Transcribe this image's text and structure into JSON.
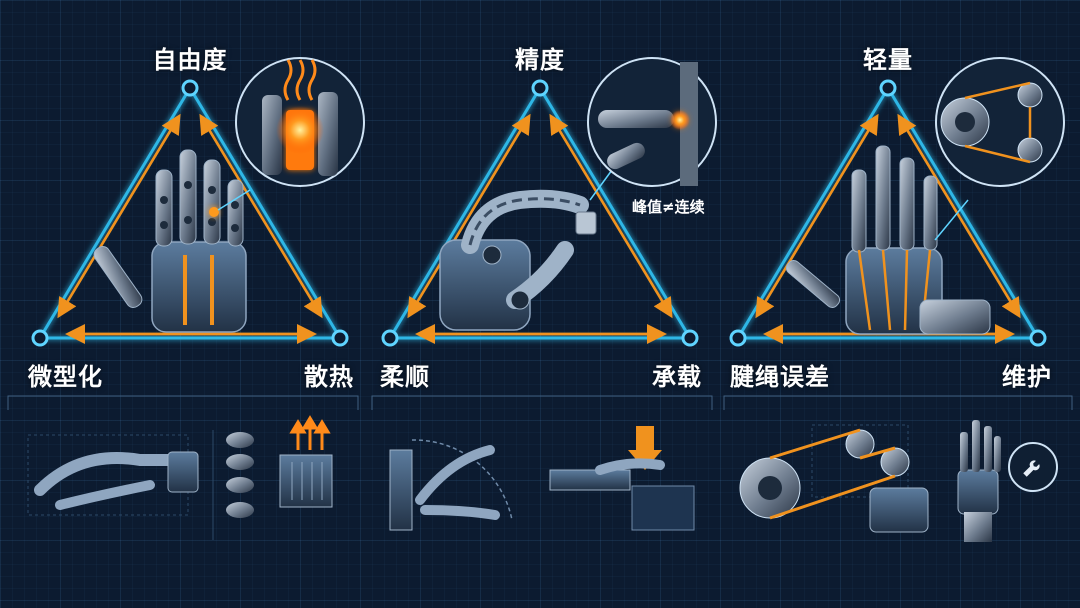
{
  "panels": [
    {
      "top": "自由度",
      "left": "微型化",
      "right": "散热"
    },
    {
      "top": "精度",
      "left": "柔顺",
      "right": "承载",
      "callout": "峰值≠连续"
    },
    {
      "top": "轻量",
      "left": "腱绳误差",
      "right": "维护"
    }
  ],
  "icons": [
    "robot-hand-icon",
    "heat-icon",
    "force-arrow-icon",
    "pulley-icon",
    "wrench-icon"
  ],
  "colors": {
    "background": "#0c1b30",
    "triangle": "#2fb7e6",
    "arrow": "#f0921e",
    "heat": "#ff8a1a",
    "metal": "#9aa7b8",
    "text": "#ffffff"
  }
}
